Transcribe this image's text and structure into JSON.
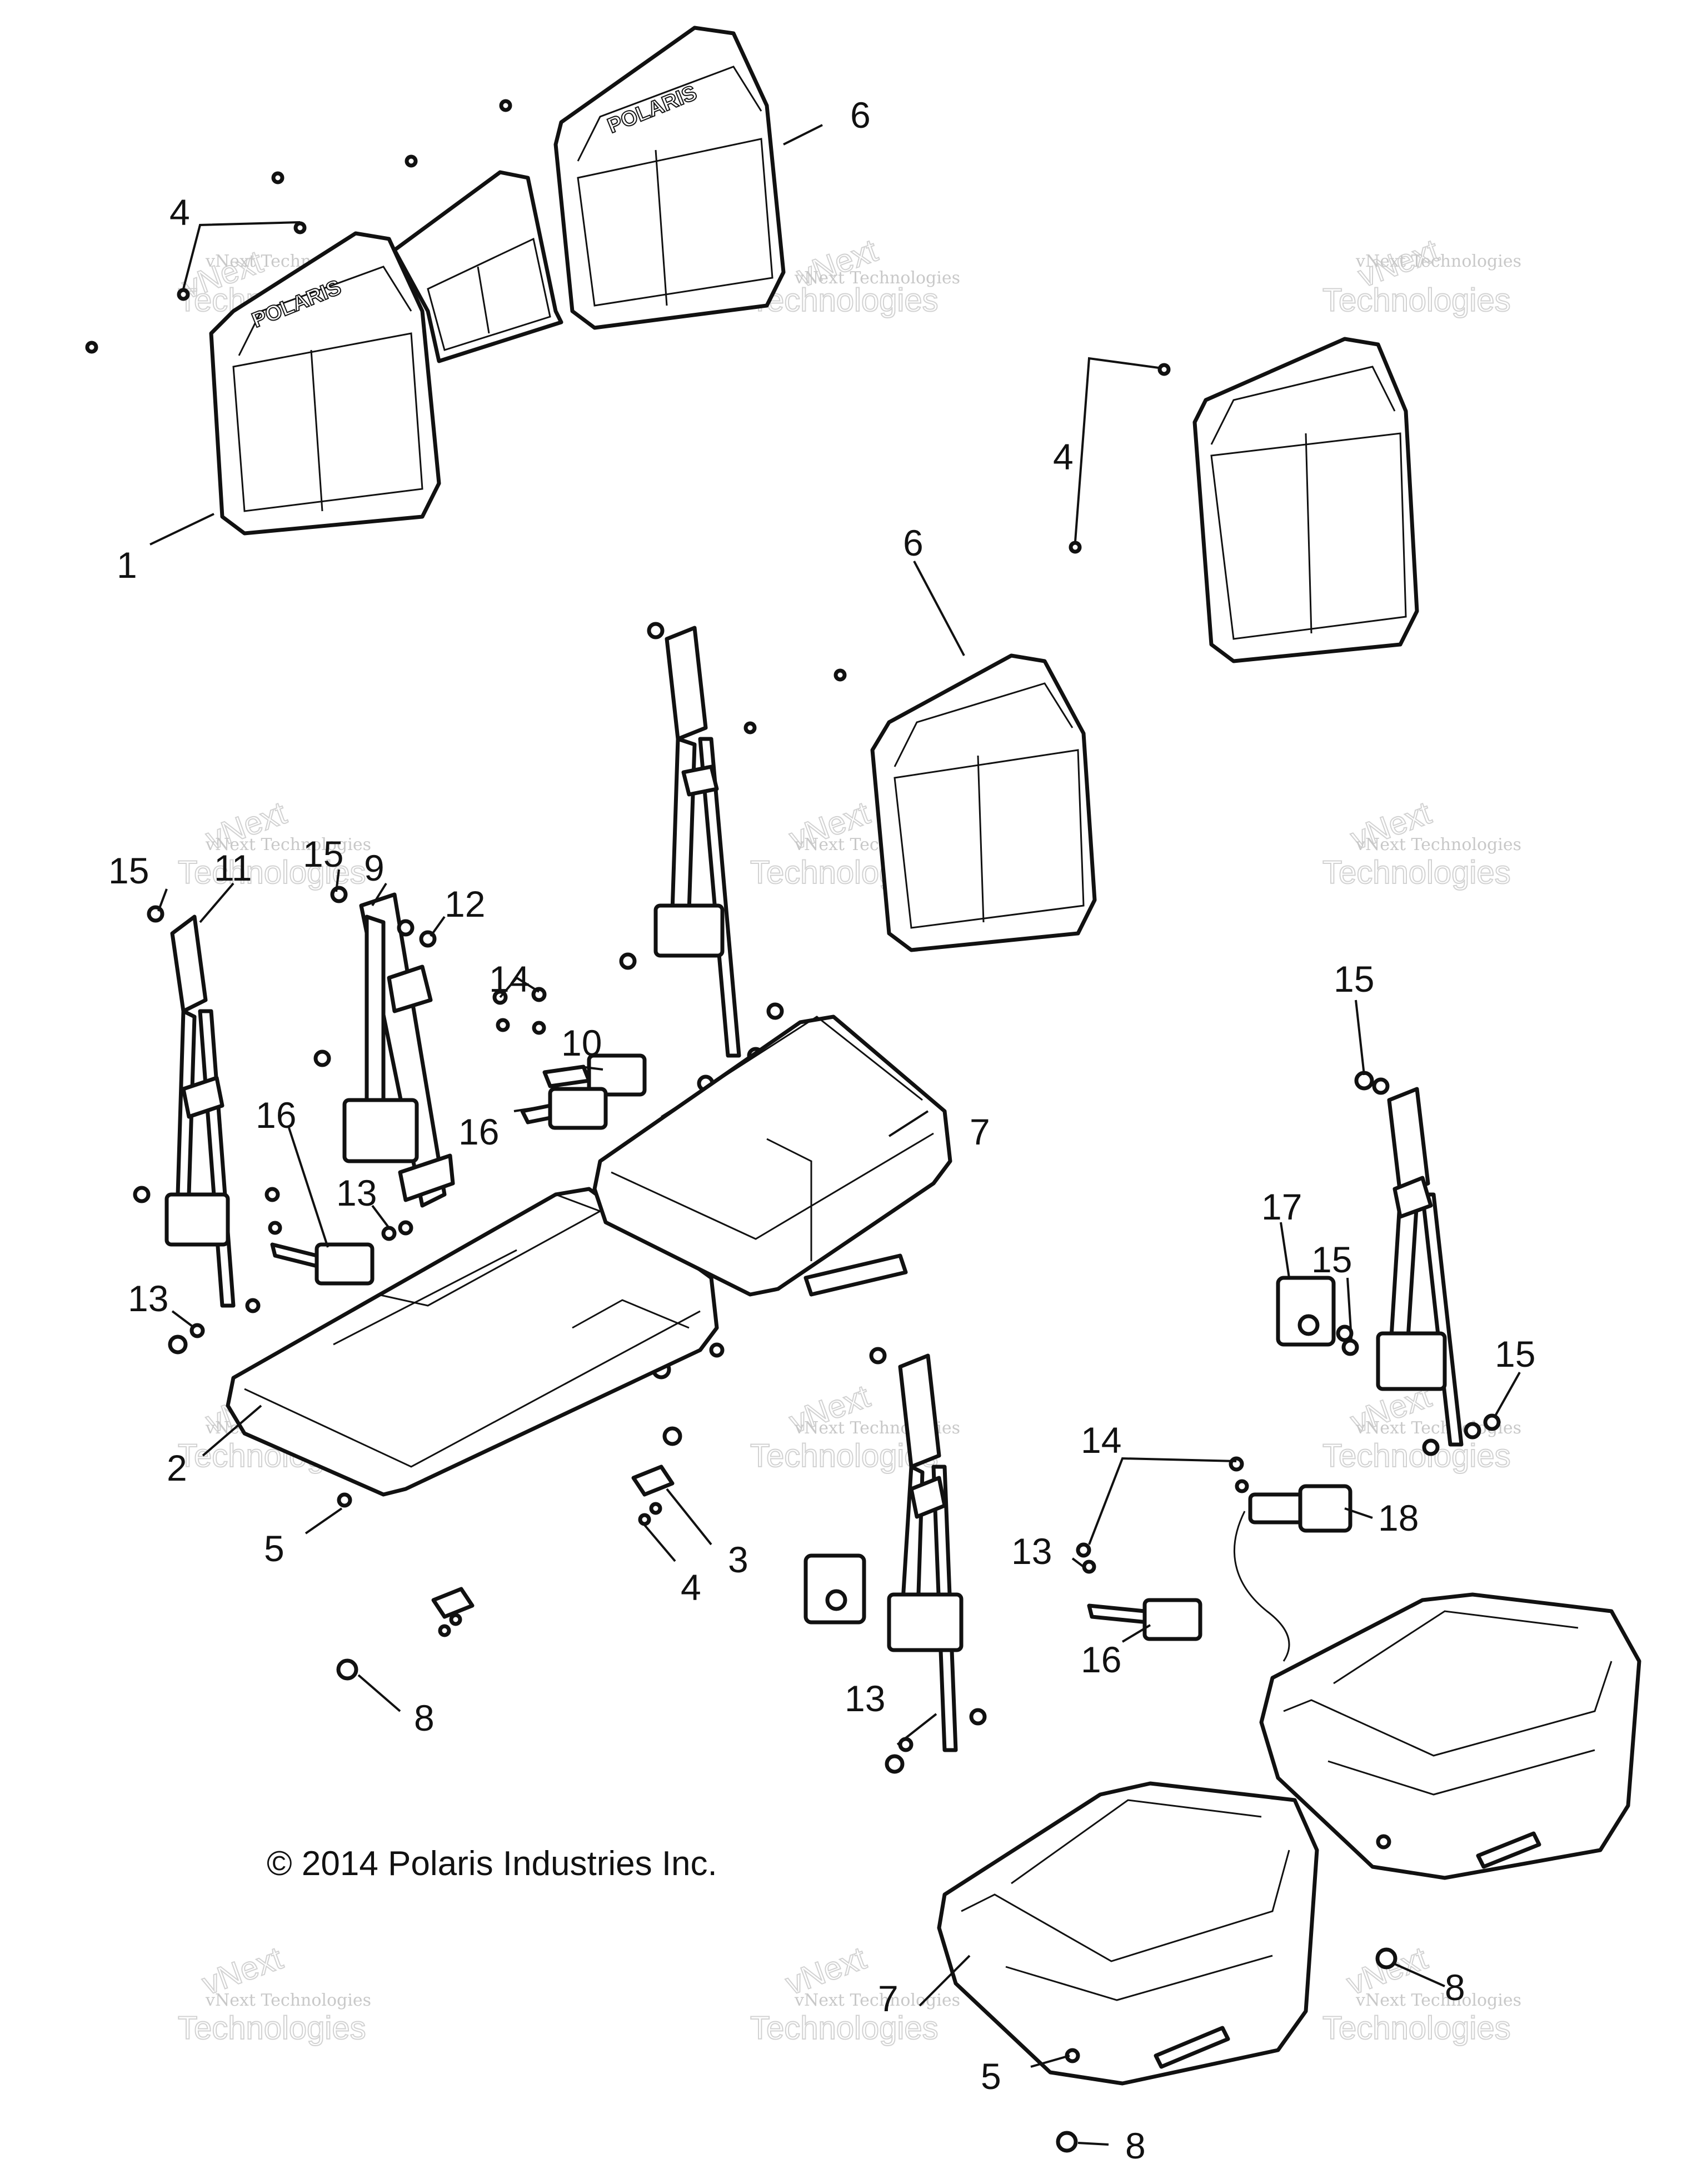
{
  "callouts": {
    "c1": "1",
    "c2": "2",
    "c3": "3",
    "c4a": "4",
    "c4b": "4",
    "c4c": "4",
    "c5a": "5",
    "c5b": "5",
    "c6a": "6",
    "c6b": "6",
    "c7a": "7",
    "c7b": "7",
    "c8a": "8",
    "c8b": "8",
    "c8c": "8",
    "c9": "9",
    "c10": "10",
    "c11": "11",
    "c12": "12",
    "c13a": "13",
    "c13b": "13",
    "c13c": "13",
    "c13d": "13",
    "c14a": "14",
    "c14b": "14",
    "c15a": "15",
    "c15b": "15",
    "c15c": "15",
    "c15d": "15",
    "c15e": "15",
    "c16a": "16",
    "c16b": "16",
    "c16c": "16",
    "c17": "17",
    "c18": "18"
  },
  "brand_text": "POLARIS",
  "copyright": "© 2014 Polaris Industries Inc.",
  "watermark": {
    "line1": "vNext Technologies",
    "line2": "vNext",
    "line3": "Technologies"
  },
  "colors": {
    "line": "#111111",
    "watermark": "#c8c8c8"
  }
}
